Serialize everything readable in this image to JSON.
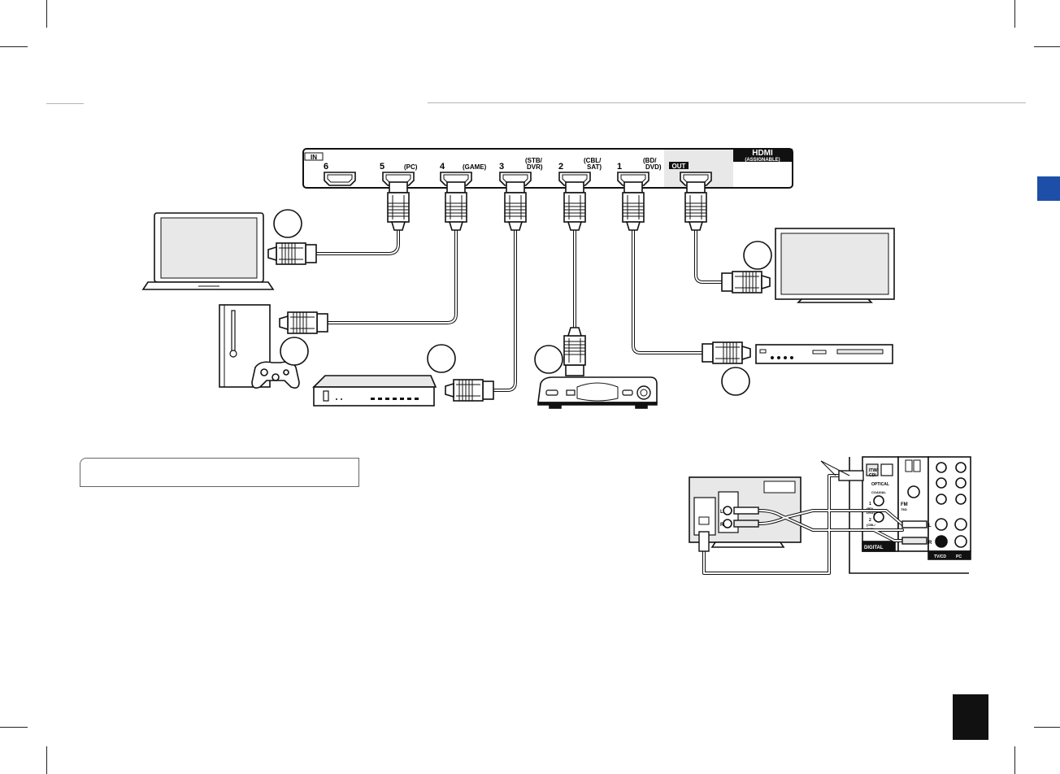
{
  "hdmi_panel": {
    "title": "HDMI",
    "subtitle": "(ASSIGNABLE)",
    "in_label": "IN",
    "out_label": "OUT",
    "ports": [
      {
        "num": "6",
        "name": ""
      },
      {
        "num": "5",
        "name": "(PC)"
      },
      {
        "num": "4",
        "name": "(GAME)"
      },
      {
        "num": "3",
        "name": "(STB/",
        "name2": "DVR)"
      },
      {
        "num": "2",
        "name": "(CBL/",
        "name2": "SAT)"
      },
      {
        "num": "1",
        "name": "(BD/",
        "name2": "DVD)"
      }
    ]
  },
  "rear_panel": {
    "itw_label": "ITW/",
    "itw_label2": "CDI",
    "optical_label": "OPTICAL",
    "coaxial_label": "COAXIAL",
    "bd_label": "1",
    "bd_label2": "(BD/",
    "bd_label3": "DVD)",
    "cbl_label": "2",
    "cbl_label2": "(CBL/",
    "cbl_label3": "SAT)",
    "fm_label": "FM",
    "fm_label2": "75Ω",
    "digital_label": "DIGITAL",
    "tvcd_label": "TV/CD",
    "pc_label": "PC",
    "l_label": "L",
    "r_label": "R"
  },
  "tv_small": {
    "l_label": "L",
    "r_label": "R"
  },
  "colors": {
    "side_tab": "#1e4fa8",
    "panel_shade": "#e8e8e8",
    "ink": "#111111"
  }
}
